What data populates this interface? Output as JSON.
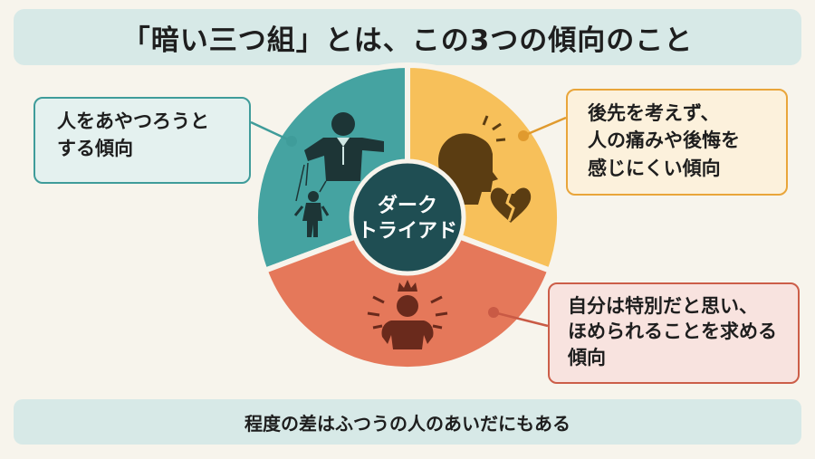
{
  "title": "「暗い三つ組」とは、この3つの傾向のこと",
  "center_label": "ダーク\nトライアド",
  "segments": [
    {
      "text": "人をあやつろうと\nする傾向",
      "color": "#45a3a1",
      "icon": "puppeteer-icon"
    },
    {
      "text": "後先を考えず、\n人の痛みや後悔を\n感じにくい傾向",
      "color": "#f7c05a",
      "icon": "head-broken-heart-icon"
    },
    {
      "text": "自分は特別だと思い、\nほめられることを求める\n傾向",
      "color": "#e5785a",
      "icon": "crowned-person-icon"
    }
  ],
  "footer": "程度の差はふつうの人のあいだにもある",
  "colors": {
    "teal": "#45a3a1",
    "gold": "#f7c05a",
    "red": "#e5785a",
    "center": "#1f4e53"
  }
}
